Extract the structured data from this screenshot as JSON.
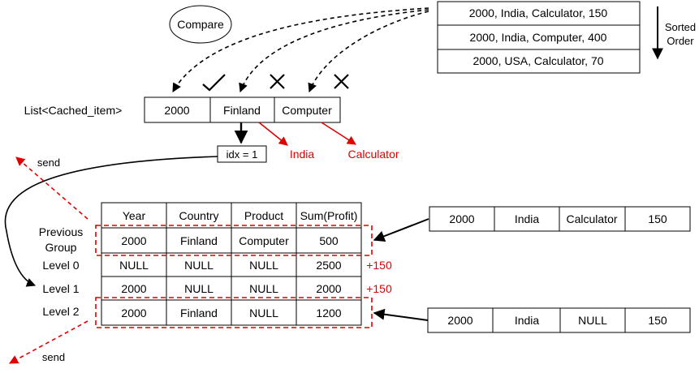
{
  "compare_label": "Compare",
  "sorted_input": {
    "rows": [
      "2000, India, Calculator, 150",
      "2000, India, Computer, 400",
      "2000, USA, Calculator, 70"
    ],
    "order_label_line1": "Sorted",
    "order_label_line2": "Order"
  },
  "cached_list": {
    "label": "List<Cached_item>",
    "cells": [
      "2000",
      "Finland",
      "Computer"
    ],
    "match_marks": [
      "check",
      "cross",
      "cross"
    ],
    "idx_label": "idx = 1",
    "replacements": [
      "India",
      "Calculator"
    ]
  },
  "send_labels": [
    "send",
    "send"
  ],
  "group_table": {
    "headers": [
      "Year",
      "Country",
      "Product",
      "Sum(Profit)"
    ],
    "rows": [
      {
        "label_line1": "Previous",
        "label_line2": "Group",
        "cells": [
          "2000",
          "Finland",
          "Computer",
          "500"
        ],
        "delta": ""
      },
      {
        "label_line1": "Level 0",
        "label_line2": "",
        "cells": [
          "NULL",
          "NULL",
          "NULL",
          "2500"
        ],
        "delta": "+150"
      },
      {
        "label_line1": "Level 1",
        "label_line2": "",
        "cells": [
          "2000",
          "NULL",
          "NULL",
          "2000"
        ],
        "delta": "+150"
      },
      {
        "label_line1": "Level 2",
        "label_line2": "",
        "cells": [
          "2000",
          "Finland",
          "NULL",
          "1200"
        ],
        "delta": ""
      }
    ]
  },
  "new_group_row": [
    "2000",
    "India",
    "Calculator",
    "150"
  ],
  "level2_update_row": [
    "2000",
    "India",
    "NULL",
    "150"
  ],
  "colors": {
    "highlight": "#e00000",
    "line": "#000000"
  }
}
